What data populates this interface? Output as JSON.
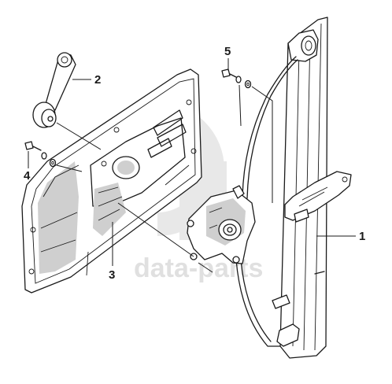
{
  "callouts": [
    {
      "id": "1",
      "label": "1"
    },
    {
      "id": "2",
      "label": "2"
    },
    {
      "id": "3",
      "label": "3"
    },
    {
      "id": "4",
      "label": "4"
    },
    {
      "id": "5",
      "label": "5"
    }
  ],
  "watermark": {
    "text": "data-parts"
  },
  "colors": {
    "line": "#1a1a1a",
    "shade": "#cfcfcf",
    "watermark": "#d9d9d9"
  }
}
